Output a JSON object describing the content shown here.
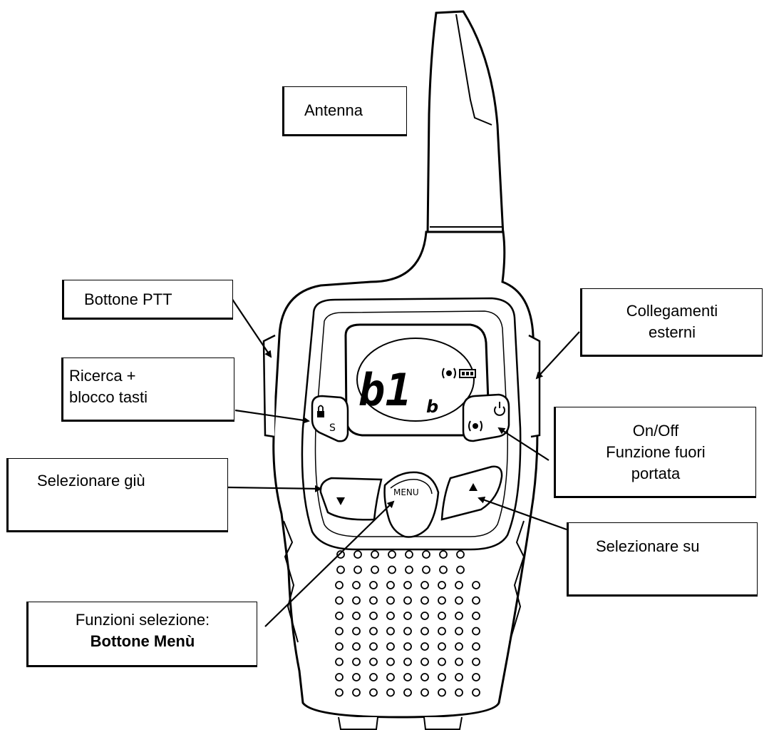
{
  "labels": {
    "antenna": "Antenna",
    "ptt": "Bottone PTT",
    "search_lock_1": "Ricerca +",
    "search_lock_2": "blocco tasti",
    "select_down": "Selezionare giù",
    "menu_1": "Funzioni selezione:",
    "menu_2": "Bottone Menù",
    "external_1": "Collegamenti",
    "external_2": "esterni",
    "onoff_1": "On/Off",
    "onoff_2": "Funzione fuori",
    "onoff_3": "portata",
    "select_up": "Selezionare su"
  },
  "device": {
    "display_channel": "b1",
    "display_sub": "b",
    "menu_button": "MENU",
    "scan_button": "S"
  }
}
